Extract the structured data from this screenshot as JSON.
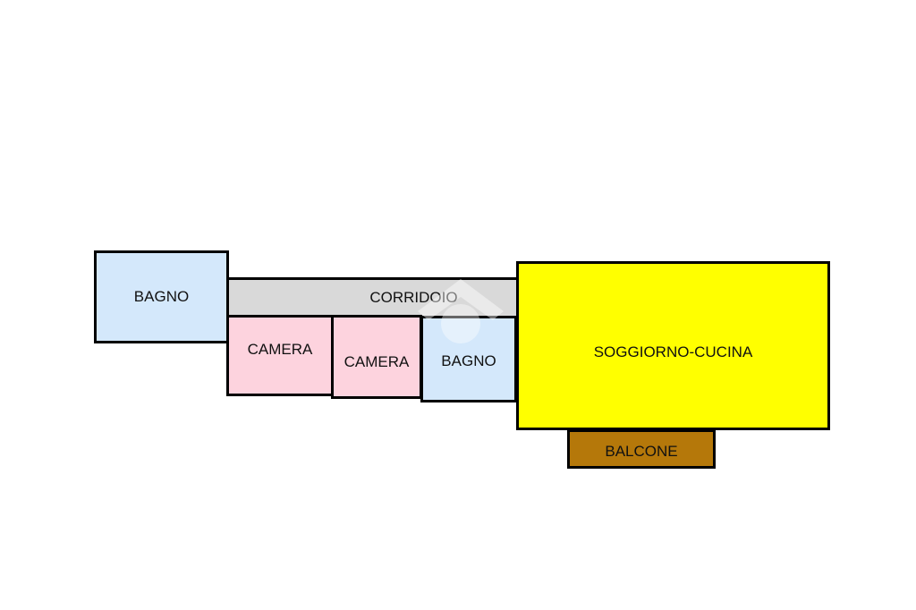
{
  "floorplan": {
    "rooms": [
      {
        "id": "bagno1",
        "label": "BAGNO",
        "color": "#d4e8fb"
      },
      {
        "id": "corridoio",
        "label": "CORRIDOIO",
        "color": "#d9d9d9"
      },
      {
        "id": "camera1",
        "label": "CAMERA",
        "color": "#fdd3de"
      },
      {
        "id": "camera2",
        "label": "CAMERA",
        "color": "#fdd3de"
      },
      {
        "id": "bagno2",
        "label": "BAGNO",
        "color": "#d4e8fb"
      },
      {
        "id": "soggiorno",
        "label": "SOGGIORNO-CUCINA",
        "color": "#ffff00"
      },
      {
        "id": "balcone",
        "label": "BALCONE",
        "color": "#b5780a"
      }
    ],
    "watermark_icon": "house-logo-icon"
  }
}
